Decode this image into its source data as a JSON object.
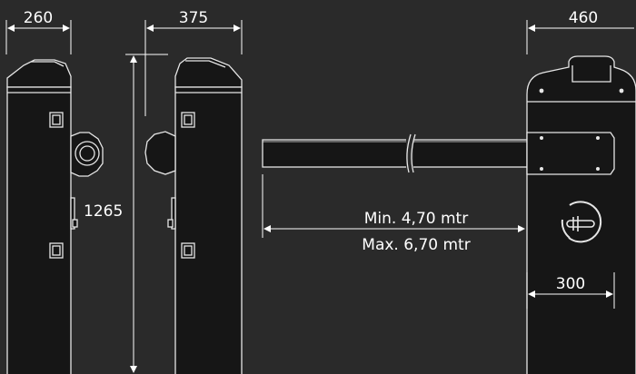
{
  "colors": {
    "background": "#2a2a2a",
    "body_fill": "#161616",
    "outline": "#e6e6e6"
  },
  "dimensions": {
    "side_width": "260",
    "side_depth": "375",
    "height": "1265",
    "front_width": "460",
    "base_width": "300",
    "boom_min": "Min. 4,70 mtr",
    "boom_max": "Max. 6,70 mtr"
  }
}
